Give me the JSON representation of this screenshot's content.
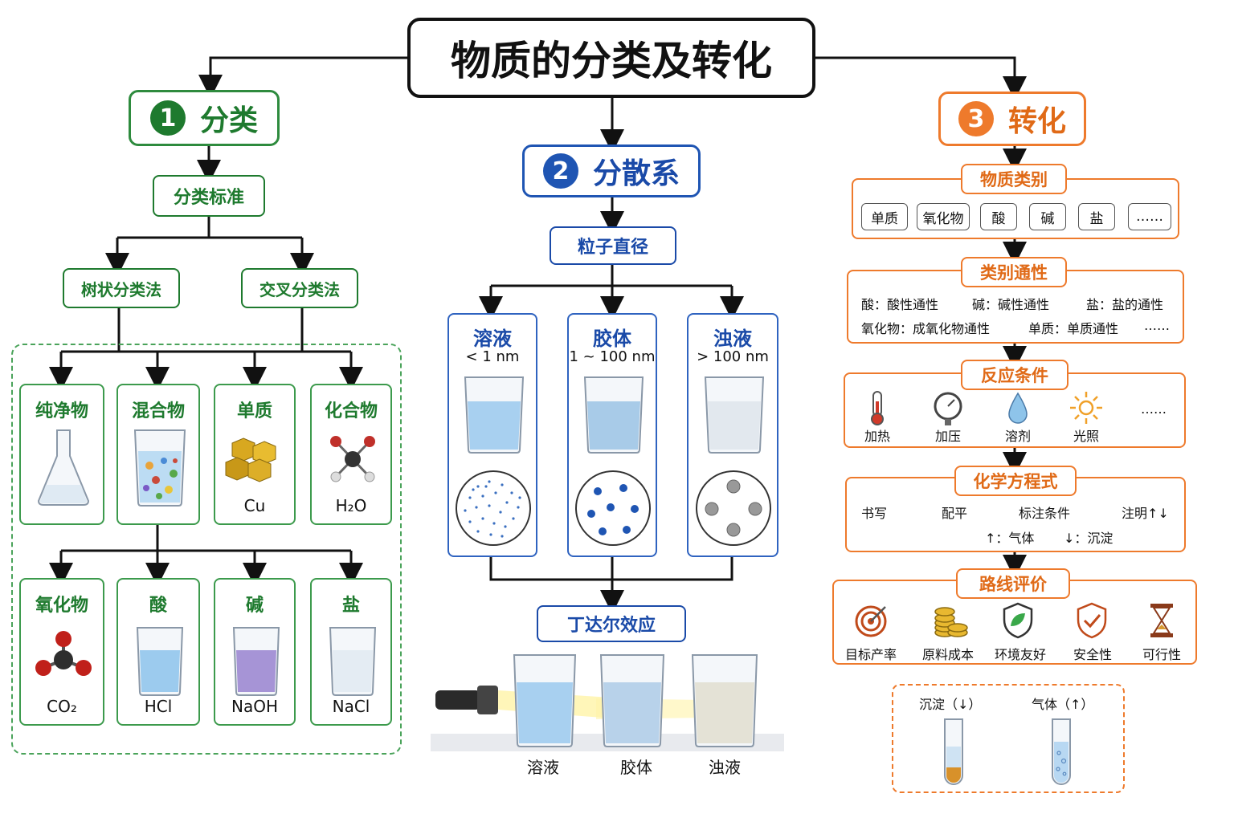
{
  "title": "物质的分类及转化",
  "sections": {
    "classify": {
      "num": "1",
      "label": "分类",
      "color": "#2e8b3e"
    },
    "disperse": {
      "num": "2",
      "label": "分散系",
      "color": "#1f55b3"
    },
    "transform": {
      "num": "3",
      "label": "转化",
      "color": "#ee7a2c"
    }
  },
  "classify": {
    "standard": "分类标准",
    "methods": [
      "树状分类法",
      "交叉分类法"
    ],
    "row1": [
      {
        "label": "纯净物",
        "sub": ""
      },
      {
        "label": "混合物",
        "sub": ""
      },
      {
        "label": "单质",
        "sub": "Cu"
      },
      {
        "label": "化合物",
        "sub": "H₂O"
      }
    ],
    "row2": [
      {
        "label": "氧化物",
        "sub": "CO₂"
      },
      {
        "label": "酸",
        "sub": "HCl"
      },
      {
        "label": "碱",
        "sub": "NaOH"
      },
      {
        "label": "盐",
        "sub": "NaCl"
      }
    ]
  },
  "disperse": {
    "particle": "粒子直径",
    "types": [
      {
        "label": "溶液",
        "size": "< 1 nm"
      },
      {
        "label": "胶体",
        "size": "1 ~ 100 nm"
      },
      {
        "label": "浊液",
        "size": "> 100 nm"
      }
    ],
    "tyndall": "丁达尔效应",
    "bottom_labels": [
      "溶液",
      "胶体",
      "浊液"
    ]
  },
  "transform": {
    "category": {
      "tag": "物质类别",
      "chips": [
        "单质",
        "氧化物",
        "酸",
        "碱",
        "盐",
        "……"
      ]
    },
    "commonality": {
      "tag": "类别通性",
      "line1": [
        "酸：酸性通性",
        "碱：碱性通性",
        "盐：盐的通性"
      ],
      "line2": [
        "氧化物：成氧化物通性",
        "单质：单质通性",
        "……"
      ]
    },
    "conditions": {
      "tag": "反应条件",
      "items": [
        "加热",
        "加压",
        "溶剂",
        "光照",
        "……"
      ]
    },
    "equation": {
      "tag": "化学方程式",
      "steps": [
        "书写",
        "配平",
        "标注条件",
        "注明↑↓"
      ],
      "notes": [
        "↑：气体",
        "↓：沉淀"
      ]
    },
    "route": {
      "tag": "路线评价",
      "items": [
        "目标产率",
        "原料成本",
        "环境友好",
        "安全性",
        "可行性"
      ]
    },
    "tubes": [
      "沉淀（↓）",
      "气体（↑）"
    ]
  }
}
